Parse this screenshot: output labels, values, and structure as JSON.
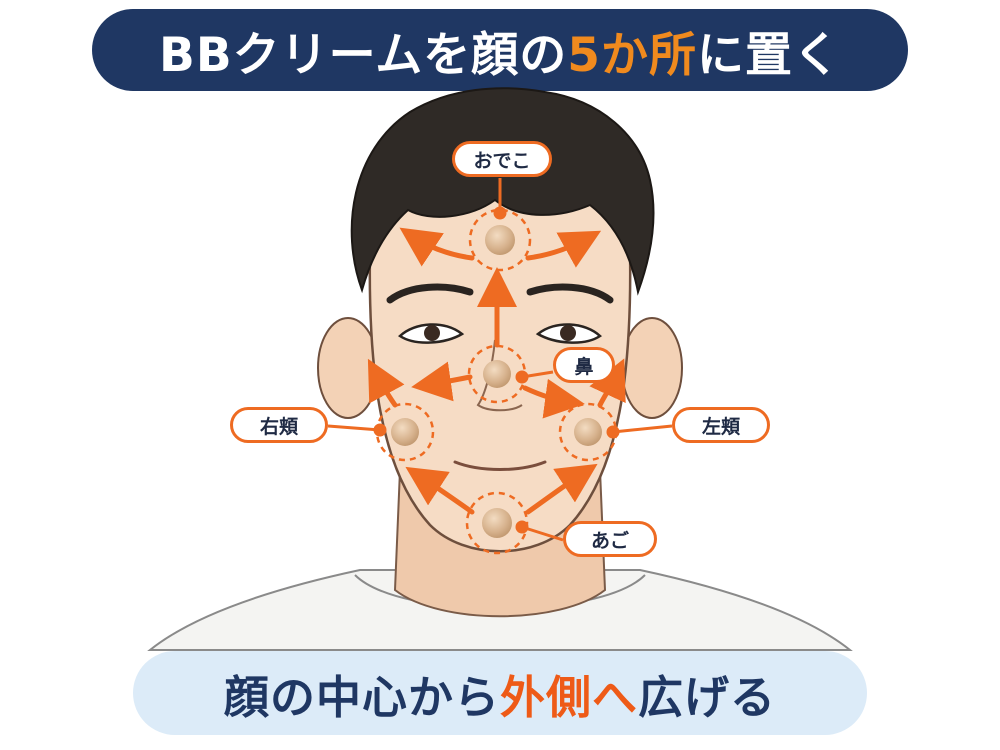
{
  "title": {
    "part1": "BBクリームを顔の",
    "accent": "5か所",
    "part2": "に置く"
  },
  "labels": {
    "forehead": "おでこ",
    "nose": "鼻",
    "right_cheek": "右頬",
    "left_cheek": "左頬",
    "chin": "あご"
  },
  "bottom": {
    "part1": "顔の中心から",
    "accent": "外側へ",
    "part2": "広げる"
  },
  "colors": {
    "navy": "#1f3763",
    "orange": "#ee6b22",
    "accent_orange": "#f08a1e",
    "light_blue": "#dcebf8",
    "skin": "#f6dcc5",
    "hair": "#2f2a26",
    "cream_dot": "#d8b796"
  }
}
